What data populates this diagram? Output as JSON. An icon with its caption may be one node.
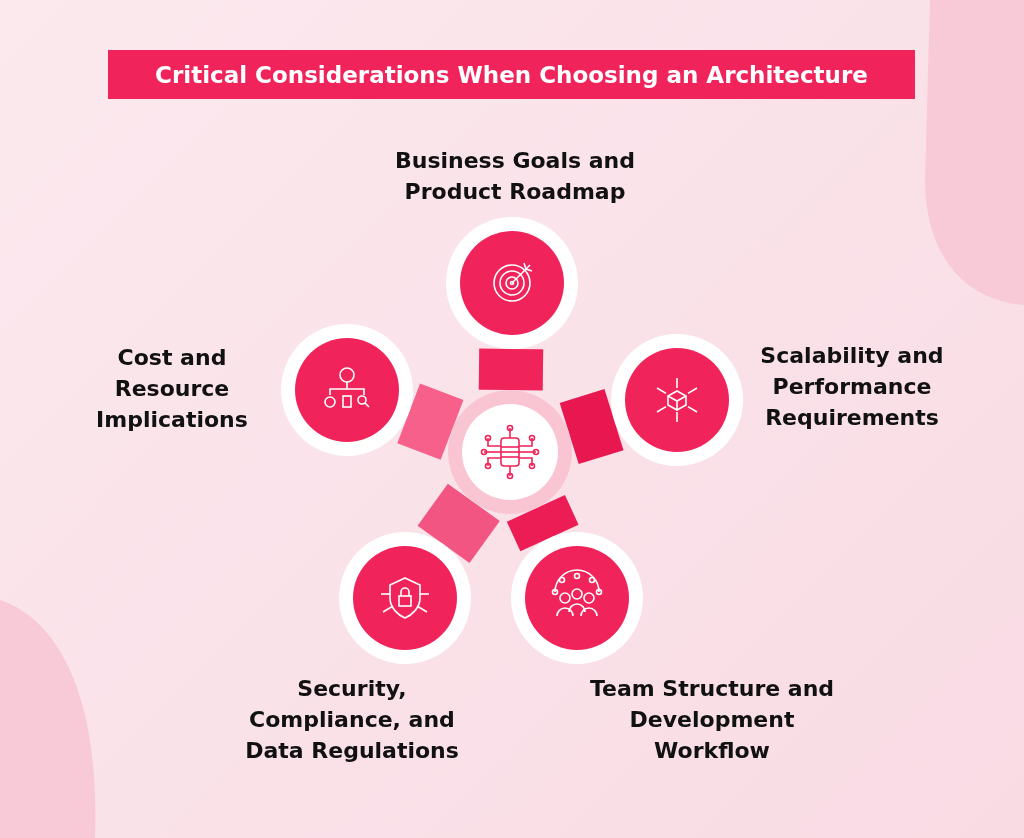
{
  "diagram": {
    "title": "Critical Considerations When Choosing an Architecture",
    "nodes": [
      {
        "text": [],
        "shape": "picture"
      },
      {
        "text": [],
        "shape": "picture",
        "beside": [
          "Business Goals and Product Roadmap"
        ]
      },
      {
        "text": [],
        "shape": "picture",
        "beside": [
          "Cost and Resource Implications"
        ]
      },
      {
        "text": [],
        "shape": "picture",
        "beside": [
          "Scalability and Performance Requirements"
        ]
      },
      {
        "text": [],
        "shape": "picture",
        "beside": [
          "Security, Compliance, and Data Regulations"
        ]
      },
      {
        "text": [],
        "shape": "picture",
        "beside": [
          "Team Structure and Development Workflow"
        ]
      }
    ],
    "edges": [
      {
        "from": 0,
        "to": 1,
        "arrow": "none"
      },
      {
        "from": 0,
        "to": 2,
        "arrow": "none"
      },
      {
        "from": 0,
        "to": 3,
        "arrow": "none"
      },
      {
        "from": 0,
        "to": 4,
        "arrow": "none"
      },
      {
        "from": 0,
        "to": 5,
        "arrow": "none"
      }
    ]
  }
}
